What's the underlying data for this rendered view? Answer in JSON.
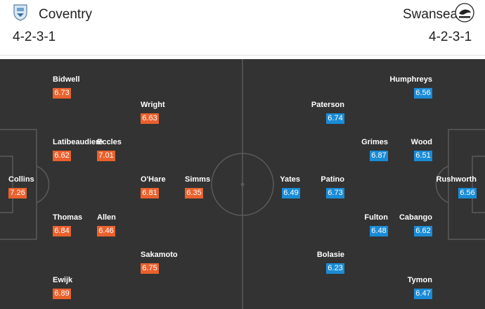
{
  "home": {
    "name": "Coventry",
    "formation": "4-2-3-1",
    "color": "#e9612d",
    "crest_icon": "coventry-crest-icon",
    "players": [
      {
        "name": "Bidwell",
        "rating": "6.73"
      },
      {
        "name": "Wright",
        "rating": "6.63"
      },
      {
        "name": "Latibeaudiere",
        "rating": "6.62"
      },
      {
        "name": "Eccles",
        "rating": "7.01"
      },
      {
        "name": "Collins",
        "rating": "7.26"
      },
      {
        "name": "O'Hare",
        "rating": "6.81"
      },
      {
        "name": "Simms",
        "rating": "6.35"
      },
      {
        "name": "Thomas",
        "rating": "6.84"
      },
      {
        "name": "Allen",
        "rating": "6.46"
      },
      {
        "name": "Sakamoto",
        "rating": "6.75"
      },
      {
        "name": "Ewijk",
        "rating": "6.89"
      }
    ]
  },
  "away": {
    "name": "Swansea",
    "formation": "4-2-3-1",
    "color": "#1a8bd6",
    "crest_icon": "swansea-crest-icon",
    "players": [
      {
        "name": "Humphreys",
        "rating": "6.56"
      },
      {
        "name": "Paterson",
        "rating": "6.74"
      },
      {
        "name": "Grimes",
        "rating": "6.87"
      },
      {
        "name": "Wood",
        "rating": "6.51"
      },
      {
        "name": "Rushworth",
        "rating": "6.56"
      },
      {
        "name": "Yates",
        "rating": "6.49"
      },
      {
        "name": "Patino",
        "rating": "6.73"
      },
      {
        "name": "Fulton",
        "rating": "6.48"
      },
      {
        "name": "Cabango",
        "rating": "6.62"
      },
      {
        "name": "Bolasie",
        "rating": "6.23"
      },
      {
        "name": "Tymon",
        "rating": "6.47"
      }
    ]
  }
}
